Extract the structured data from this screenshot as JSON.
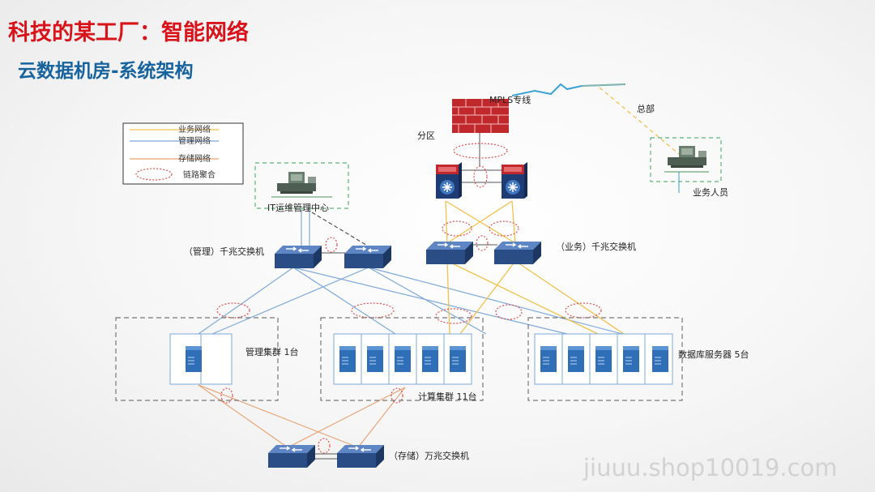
{
  "header": {
    "title": "科技的某工厂：智能网络",
    "subtitle": "云数据机房-系统架构"
  },
  "legend": {
    "items": [
      {
        "label": "业务网络",
        "color": "#f2c14b"
      },
      {
        "label": "管理网络",
        "color": "#7ea9d9"
      },
      {
        "label": "存储网络",
        "color": "#e8a070"
      },
      {
        "label": "链路聚合",
        "color": "#e05050"
      }
    ]
  },
  "labels": {
    "mpls": "MPLS专线",
    "hq": "总部",
    "partition": "分区",
    "it_center": "IT运维管理中心",
    "business_staff": "业务人员",
    "mgmt_switch": "（管理）千兆交换机",
    "biz_switch": "（业务）千兆交换机",
    "mgmt_cluster": "管理集群 1台",
    "compute_cluster": "计算集群 11台",
    "db_servers": "数据库服务器 5台",
    "storage_switch": "（存储）万兆交换机"
  },
  "watermark": "jiuuu.shop10019.com",
  "colors": {
    "title": "#d9131a",
    "subtitle": "#17639e",
    "business_line": "#f2c14b",
    "management_line": "#7ea9d9",
    "storage_line": "#e8a070",
    "aggregation": "#e05050",
    "switch_body": "#2a4d86",
    "server_body": "#2f6fb8",
    "firewall": "#c0282c"
  },
  "icons": [
    "firewall-icon",
    "router-icon",
    "switch-icon",
    "server-icon",
    "workstation-icon",
    "lightning-icon"
  ]
}
